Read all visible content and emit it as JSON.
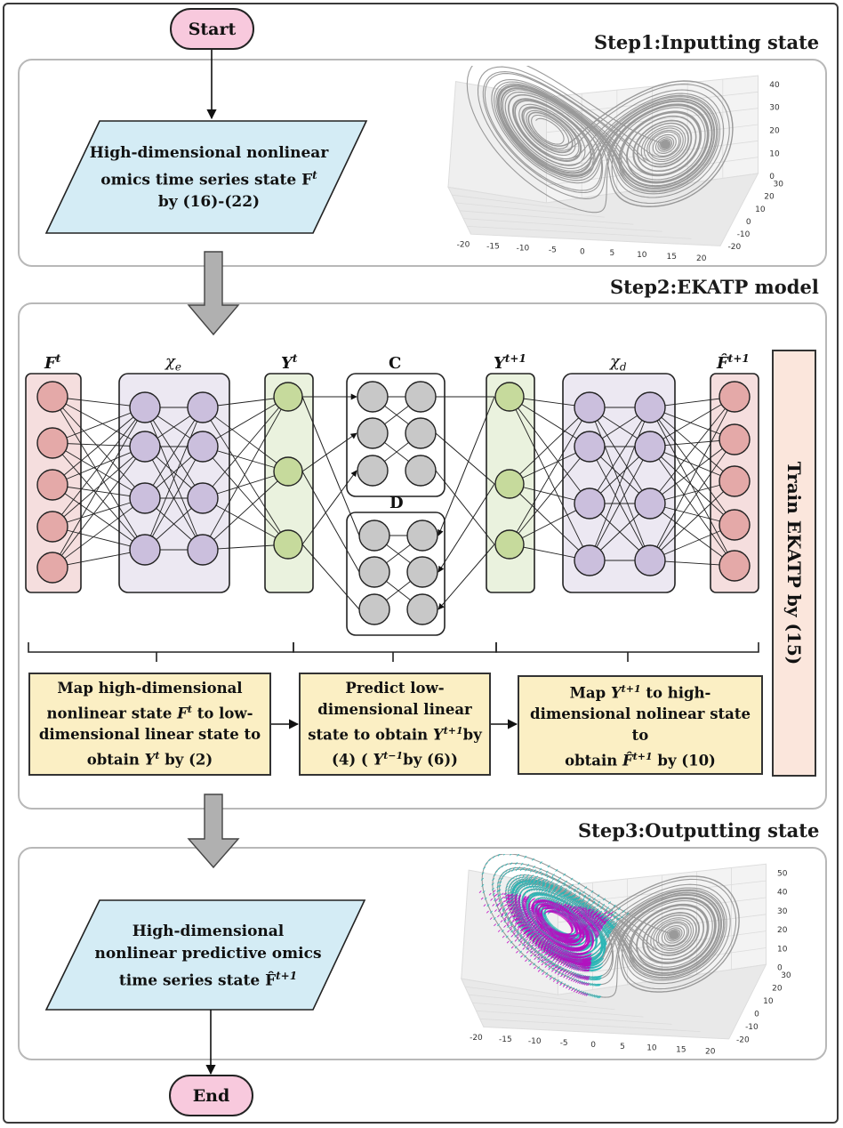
{
  "flow": {
    "start_label": "Start",
    "end_label": "End"
  },
  "step1": {
    "title": "Step1:Inputting state",
    "input_line1": "High-dimensional nonlinear",
    "input_line2": "omics time series state F",
    "input_sup": "t",
    "input_line3": "by (16)-(22)",
    "plot": {
      "x_ticks": [
        "-20",
        "-15",
        "-10",
        "-5",
        "0",
        "5",
        "10",
        "15",
        "20"
      ],
      "y_ticks": [
        "30",
        "20",
        "10",
        "0",
        "-10",
        "-20"
      ],
      "z_ticks": [
        "40",
        "30",
        "20",
        "10",
        "0"
      ]
    }
  },
  "step2": {
    "title": "Step2:EKATP model",
    "label_ft": "F",
    "label_ft_sup": "t",
    "label_chi_e": "χ",
    "label_chi_e_sub": "e",
    "label_yt": "Y",
    "label_yt_sup": "t",
    "label_c": "C",
    "label_d": "D",
    "label_yt1": "Y",
    "label_yt1_sup": "t+1",
    "label_chi_d": "χ",
    "label_chi_d_sub": "d",
    "label_fhat": "F̂",
    "label_fhat_sup": "t+1",
    "box1": {
      "l1": "Map high-dimensional",
      "l2a": "nonlinear state ",
      "l2b": "F",
      "l2c": "t",
      "l2d": " to low-",
      "l3": "dimensional linear state to",
      "l4a": "obtain ",
      "l4b": "Y",
      "l4c": "t",
      "l4d": " by (2)"
    },
    "box2": {
      "l1": "Predict low-",
      "l2": "dimensional linear",
      "l3a": "state to obtain ",
      "l3b": "Y",
      "l3c": "t+1",
      "l3d": "by",
      "l4a": "(4) ( ",
      "l4b": "Y",
      "l4c": "t−1",
      "l4d": "by (6))"
    },
    "box3": {
      "l1a": "Map ",
      "l1b": "Y",
      "l1c": "t+1",
      "l1d": " to high-",
      "l2": "dimensional nolinear state to",
      "l3a": "obtain ",
      "l3b": "F̂",
      "l3c": "t+1",
      "l3d": " by (10)"
    },
    "train_label": "Train EKATP by (15)"
  },
  "step3": {
    "title": "Step3:Outputting state",
    "output_line1": "High-dimensional",
    "output_line2": "nonlinear predictive omics",
    "output_line3": "time series state F̂",
    "output_sup": "t+1",
    "plot": {
      "x_ticks": [
        "-20",
        "-15",
        "-10",
        "-5",
        "0",
        "5",
        "10",
        "15",
        "20"
      ],
      "y_ticks": [
        "30",
        "20",
        "10",
        "0",
        "-10",
        "-20"
      ],
      "z_ticks": [
        "50",
        "40",
        "30",
        "20",
        "10",
        "0"
      ]
    }
  },
  "colors": {
    "terminal": "#f8c9dd",
    "io_box": "#d4ecf5",
    "yellow_box": "#fbefc4",
    "train_box": "#fbe6dc",
    "red_node": "#e4a9a8",
    "purple_node": "#cbbfdd",
    "green_node": "#c6da9c",
    "gray_node": "#c8c8c8",
    "prediction": "#c000c0",
    "prediction_alt": "#20b8b8"
  }
}
